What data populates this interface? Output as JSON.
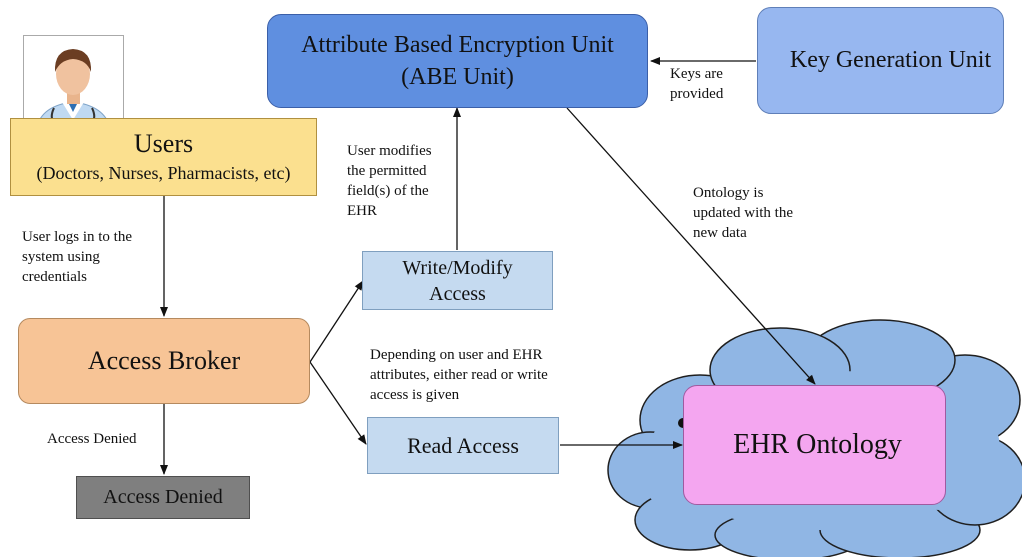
{
  "nodes": {
    "abe_unit": {
      "line1": "Attribute Based Encryption Unit",
      "line2": "(ABE Unit)"
    },
    "key_gen": {
      "label": "Key Generation Unit"
    },
    "users": {
      "title": "Users",
      "subtitle": "(Doctors, Nurses, Pharmacists, etc)"
    },
    "access_broker": {
      "label": "Access Broker"
    },
    "write_access": {
      "line1": "Write/Modify",
      "line2": "Access"
    },
    "read_access": {
      "label": "Read Access"
    },
    "access_denied": {
      "label": "Access Denied"
    },
    "ehr_ontology": {
      "label": "EHR Ontology"
    }
  },
  "edge_labels": {
    "keys": [
      "Keys are",
      "provided"
    ],
    "login": [
      "User logs in to the",
      "system using",
      "credentials"
    ],
    "modifies": [
      "User modifies",
      "the permitted",
      "field(s) of the",
      "EHR"
    ],
    "ontology_update": [
      "Ontology is",
      "updated with the",
      "new data"
    ],
    "depending": [
      "Depending on user and EHR",
      "attributes, either read or write",
      "access is given"
    ],
    "denied": "Access Denied"
  },
  "icons": {
    "doctor": "doctor-avatar-icon",
    "key": "key-icon",
    "network": "network-graph-icon"
  },
  "colors": {
    "abe_fill": "#5f8fe0",
    "keygen_fill": "#97b7f0",
    "users_fill": "#fbe08f",
    "broker_fill": "#f7c496",
    "access_fill": "#c5daf0",
    "denied_fill": "#7f7f7f",
    "ontology_fill": "#f4a6f0",
    "cloud_fill": "#90b6e4"
  }
}
